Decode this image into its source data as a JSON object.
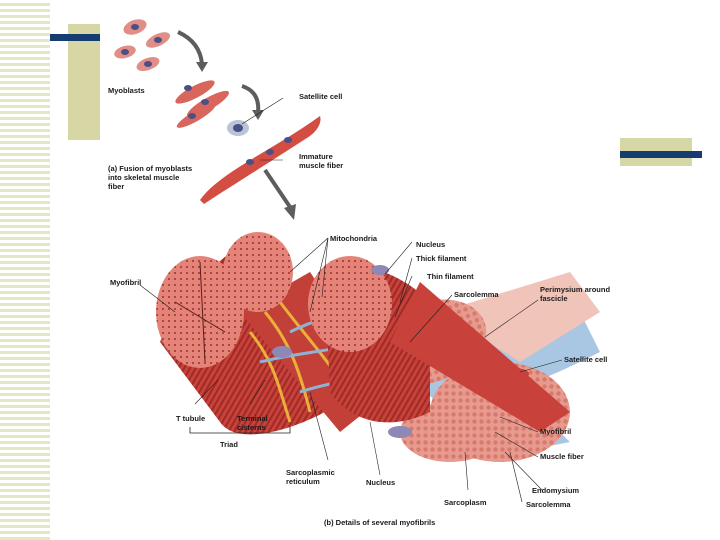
{
  "colors": {
    "stripe": "#e3e8c4",
    "olive_block": "#d7d7a6",
    "navy_bar": "#163d72",
    "muscle_red": "#c8413a",
    "muscle_light": "#e0736a",
    "membrane_blue": "#a9c7e3",
    "nucleus_purple": "#8d88b5"
  },
  "diagram": {
    "caption_a": "(a) Fusion of myoblasts\ninto skeletal muscle\nfiber",
    "caption_b": "(b) Details of several myofibrils",
    "labels": {
      "myoblasts": "Myoblasts",
      "satellite_cell_top": "Satellite cell",
      "immature_fiber": "Immature\nmuscle fiber",
      "mitochondria": "Mitochondria",
      "nucleus_top": "Nucleus",
      "thick_filament": "Thick filament",
      "thin_filament": "Thin filament",
      "sarcolemma_top": "Sarcolemma",
      "perimysium": "Perimysium around\nfascicle",
      "myofibril_left": "Myofibril",
      "satellite_cell_right": "Satellite cell",
      "t_tubule": "T tubule",
      "terminal_cisterns": "Terminal\ncisterns",
      "triad": "Triad",
      "sarcoplasmic_reticulum": "Sarcoplasmic\nreticulum",
      "nucleus_bottom": "Nucleus",
      "myofibril_right": "Myofibril",
      "muscle_fiber": "Muscle fiber",
      "endomysium": "Endomysium",
      "sarcoplasm": "Sarcoplasm",
      "sarcolemma_bottom": "Sarcolemma"
    }
  }
}
